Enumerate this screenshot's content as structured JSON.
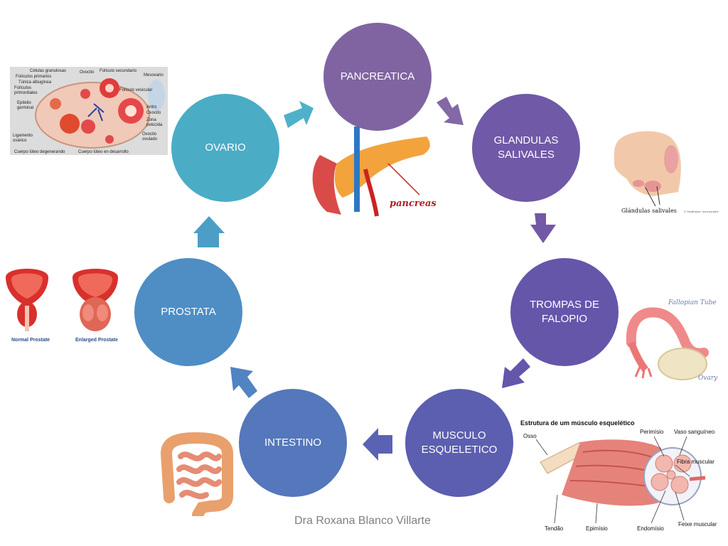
{
  "nodes": {
    "pancreatica": {
      "label": "PANCREATICA",
      "color": "#8064a2"
    },
    "glandulas": {
      "label": "GLANDULAS\nSALIVALES",
      "color": "#7059a6"
    },
    "trompas": {
      "label": "TROMPAS DE\nFALOPIO",
      "color": "#6556aa"
    },
    "musculo": {
      "label": "MUSCULO\nESQUELETICO",
      "color": "#5c5eb0"
    },
    "intestino": {
      "label": "INTESTINO",
      "color": "#5577bb"
    },
    "prostata": {
      "label": "PROSTATA",
      "color": "#4e8ec4"
    },
    "ovario": {
      "label": "OVARIO",
      "color": "#4bacc6"
    }
  },
  "images": {
    "pancreas": {
      "caption": "pancreas"
    },
    "ovary_section": {
      "labels": [
        "Células granulosas",
        "Ovocito",
        "Folículo secundario",
        "Folículos primarios",
        "Túnica albugínea",
        "Mesovario",
        "Folículos primordiales",
        "Epitelio germinal",
        "Folículo vesicular",
        "Antro",
        "Ovocito",
        "Zona pelúcida",
        "Ligamento ovárico",
        "Ovocito ovulado",
        "Cuerpo lúteo degenerando",
        "Cuerpo lúteo en desarrollo"
      ]
    },
    "salivary": {
      "caption": "Glándulas salivales",
      "credit": "© Healthwise, Incorporated"
    },
    "prostate": {
      "normal": "Normal Prostate",
      "enlarged": "Enlarged Prostate"
    },
    "fallopian": {
      "title": "Fallopian Tube",
      "ovary": "Ovary"
    },
    "muscle": {
      "title": "Estrutura de um músculo esquelético",
      "labels": [
        "Osso",
        "Perimísio",
        "Vaso sanguíneo",
        "Fibra muscular",
        "Tendão",
        "Epimísio",
        "Endomísio",
        "Feixe muscular"
      ]
    }
  },
  "footer": "Dra Roxana Blanco Villarte"
}
